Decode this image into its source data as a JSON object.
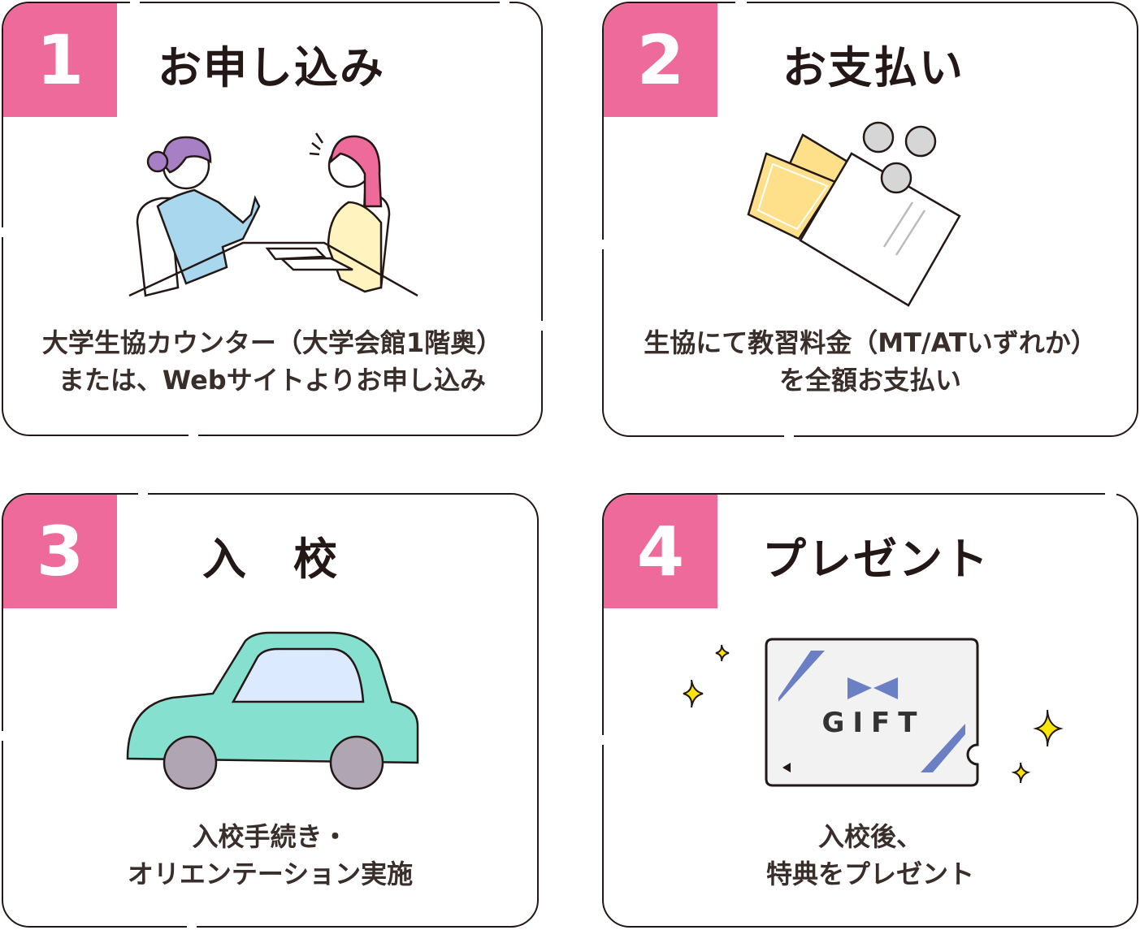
{
  "steps": [
    {
      "number": "1",
      "title": "お申し込み",
      "desc_line1": "大学生協カウンター（大学会館1階奥）",
      "desc_line2": "または、Webサイトよりお申し込み",
      "illustration": "consultation-counter"
    },
    {
      "number": "2",
      "title": "お支払い",
      "desc_line1": "生協にて教習料金（MT/ATいずれか）",
      "desc_line2": "を全額お支払い",
      "illustration": "money-envelope"
    },
    {
      "number": "3",
      "title": "入　校",
      "desc_line1": "入校手続き・",
      "desc_line2": "オリエンテーション実施",
      "illustration": "car"
    },
    {
      "number": "4",
      "title": "プレゼント",
      "desc_line1": "入校後、",
      "desc_line2": "特典をプレゼント",
      "illustration": "gift-card",
      "gift_label": "GIFT"
    }
  ],
  "colors": {
    "accent": "#ee6a9a",
    "border": "#231815",
    "gift_ribbon": "#6b7fc4",
    "car": "#85e0cf",
    "sparkle": "#ffe600"
  }
}
